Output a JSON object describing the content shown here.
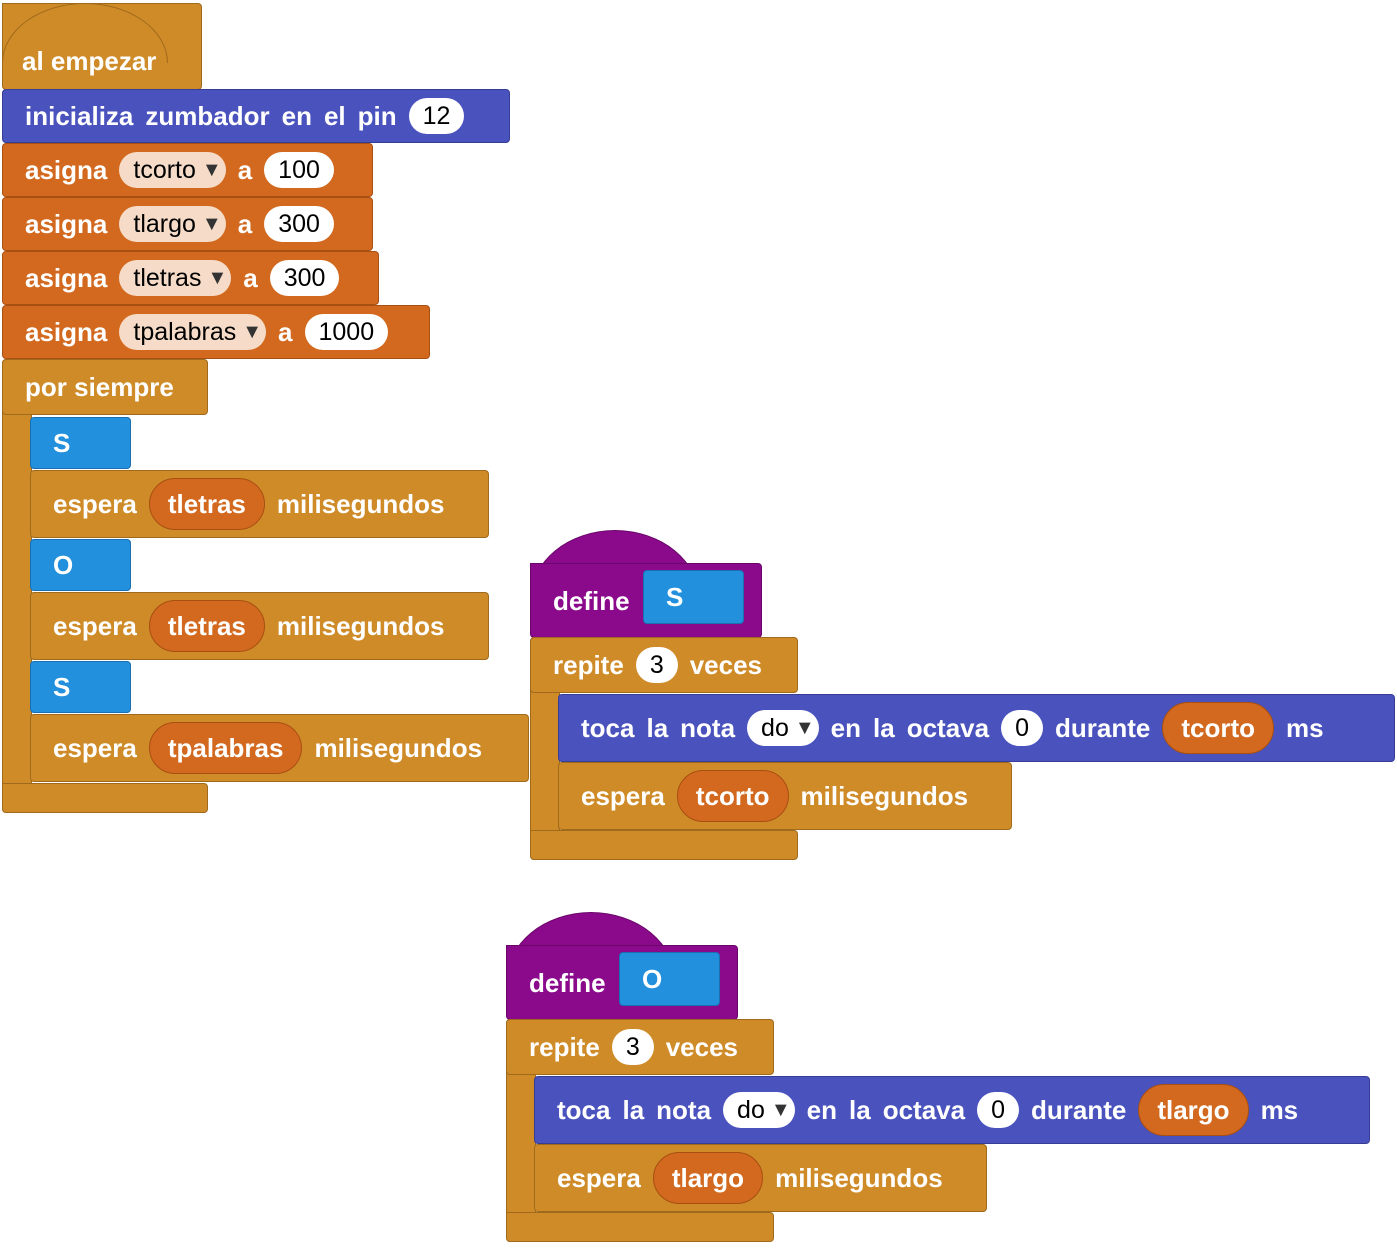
{
  "main_script": {
    "hat_label": "al empezar",
    "init_buzzer": {
      "words": [
        "inicializa",
        "zumbador",
        "en",
        "el",
        "pin"
      ],
      "pin": "12"
    },
    "assignments": [
      {
        "keyword": "asigna",
        "variable": "tcorto",
        "to": "a",
        "value": "100"
      },
      {
        "keyword": "asigna",
        "variable": "tlargo",
        "to": "a",
        "value": "300"
      },
      {
        "keyword": "asigna",
        "variable": "tletras",
        "to": "a",
        "value": "300"
      },
      {
        "keyword": "asigna",
        "variable": "tpalabras",
        "to": "a",
        "value": "1000"
      }
    ],
    "forever_label": "por siempre",
    "body": [
      {
        "type": "call",
        "name": "S"
      },
      {
        "type": "wait",
        "keyword": "espera",
        "variable": "tletras",
        "unit": "milisegundos"
      },
      {
        "type": "call",
        "name": "O"
      },
      {
        "type": "wait",
        "keyword": "espera",
        "variable": "tletras",
        "unit": "milisegundos"
      },
      {
        "type": "call",
        "name": "S"
      },
      {
        "type": "wait",
        "keyword": "espera",
        "variable": "tpalabras",
        "unit": "milisegundos"
      }
    ]
  },
  "define_s": {
    "keyword": "define",
    "name": "S",
    "repeat": {
      "keyword": "repite",
      "count": "3",
      "unit": "veces"
    },
    "note": {
      "words": [
        "toca",
        "la",
        "nota"
      ],
      "note": "do",
      "octave_words": [
        "en",
        "la",
        "octava"
      ],
      "octave": "0",
      "during": "durante",
      "variable": "tcorto",
      "unit": "ms"
    },
    "wait": {
      "keyword": "espera",
      "variable": "tcorto",
      "unit": "milisegundos"
    }
  },
  "define_o": {
    "keyword": "define",
    "name": "O",
    "repeat": {
      "keyword": "repite",
      "count": "3",
      "unit": "veces"
    },
    "note": {
      "words": [
        "toca",
        "la",
        "nota"
      ],
      "note": "do",
      "octave_words": [
        "en",
        "la",
        "octava"
      ],
      "octave": "0",
      "during": "durante",
      "variable": "tlargo",
      "unit": "ms"
    },
    "wait": {
      "keyword": "espera",
      "variable": "tlargo",
      "unit": "milisegundos"
    }
  },
  "colors": {
    "control": "#cf8b28",
    "variables": "#d2691e",
    "buzzer": "#4a52bd",
    "define": "#8b0a8b",
    "procedure": "#2290dd"
  },
  "icons": {
    "dropdown": "dropdown-triangle-icon"
  }
}
